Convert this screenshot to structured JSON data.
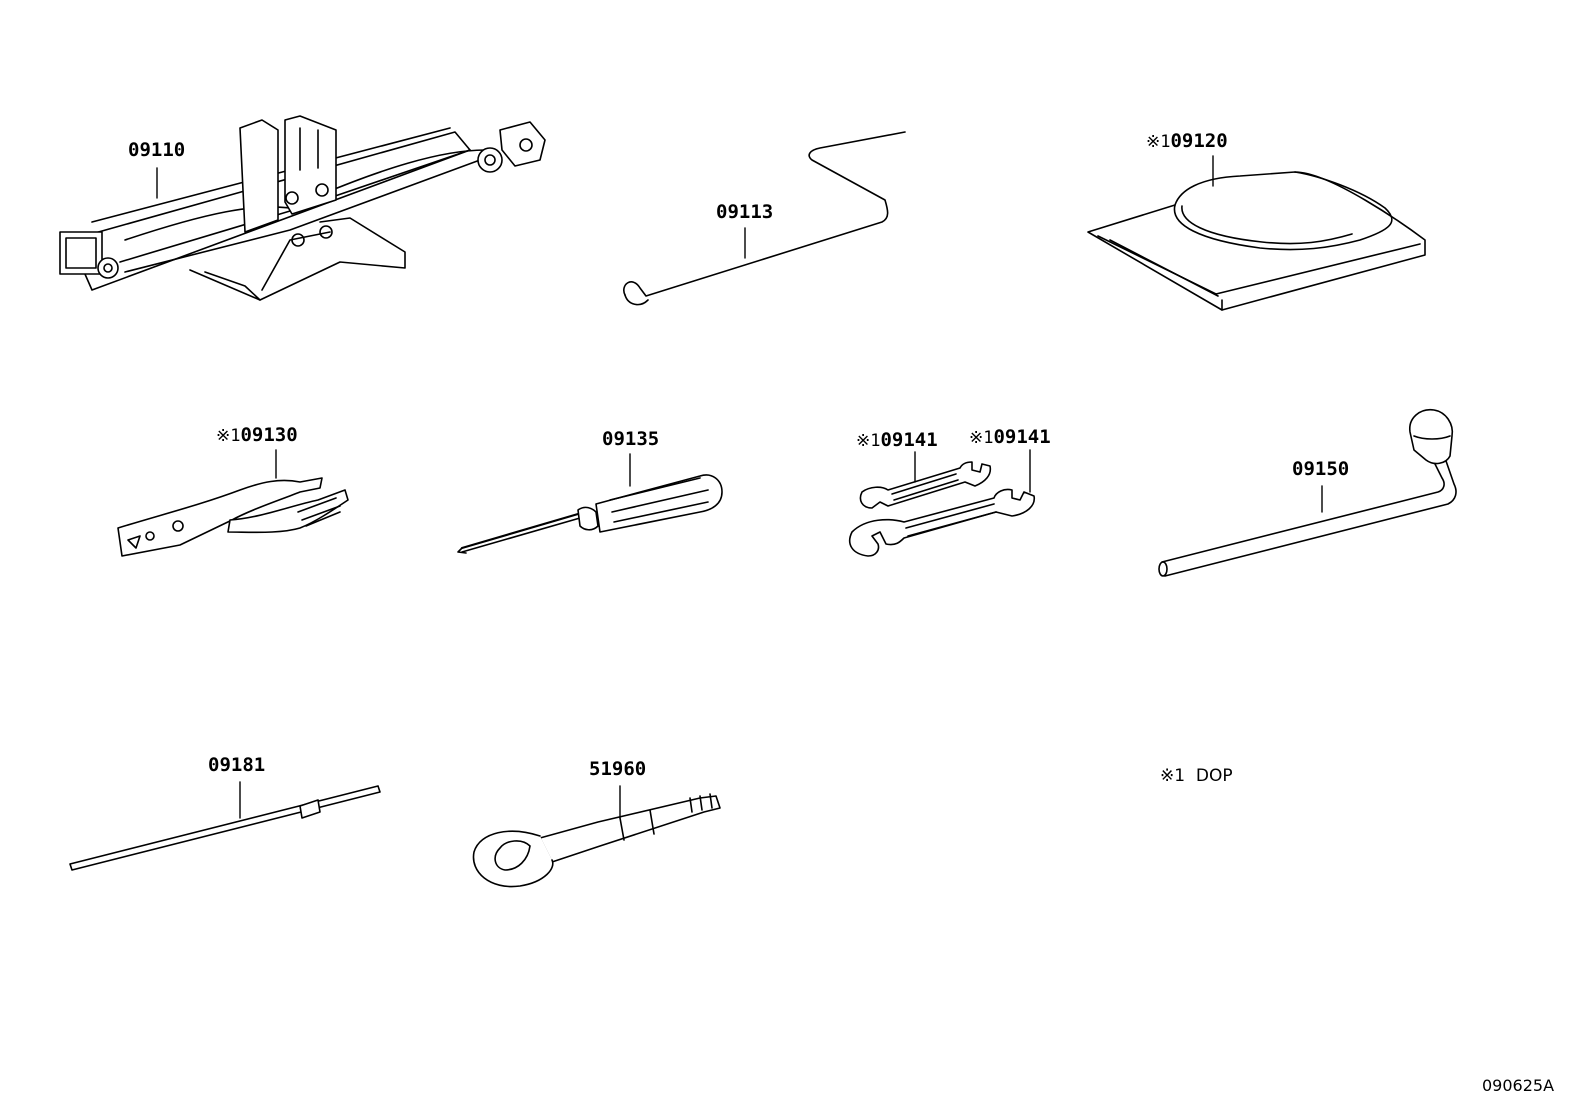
{
  "parts": [
    {
      "id": "jack",
      "mark": "",
      "number": "09110"
    },
    {
      "id": "jack-handle",
      "mark": "",
      "number": "09113"
    },
    {
      "id": "tool-bag",
      "mark": "※1",
      "number": "09120"
    },
    {
      "id": "pliers",
      "mark": "※1",
      "number": "09130"
    },
    {
      "id": "screwdriver",
      "mark": "",
      "number": "09135"
    },
    {
      "id": "wrench-a",
      "mark": "※1",
      "number": "09141"
    },
    {
      "id": "wrench-b",
      "mark": "※1",
      "number": "09141"
    },
    {
      "id": "wheel-wrench",
      "mark": "",
      "number": "09150"
    },
    {
      "id": "rod",
      "mark": "",
      "number": "09181"
    },
    {
      "id": "towing-eye",
      "mark": "",
      "number": "51960"
    }
  ],
  "legend": {
    "mark": "※1",
    "text": "DOP"
  },
  "figure_id": "090625A"
}
